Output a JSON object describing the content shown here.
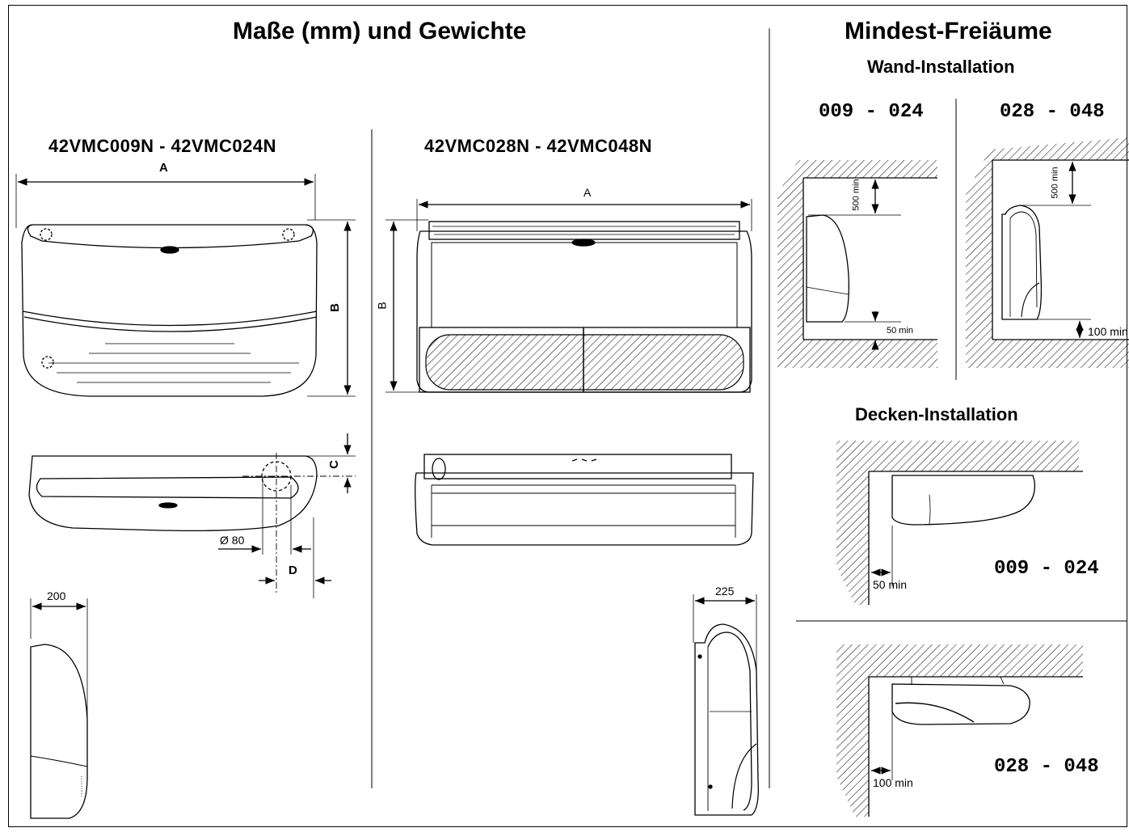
{
  "titles": {
    "main": "Maße (mm) und Gewichte",
    "right": "Mindest-Freiäume",
    "wall": "Wand-Installation",
    "ceiling": "Decken-Installation"
  },
  "models": {
    "small": "42VMC009N - 42VMC024N",
    "large": "42VMC028N - 42VMC048N"
  },
  "ranges": {
    "wall_small": "009 - 024",
    "wall_large": "028 - 048",
    "ceiling_small": "009 - 024",
    "ceiling_large": "028 - 048"
  },
  "dims": {
    "a_small": "A",
    "b_small": "B",
    "c": "C",
    "d": "D",
    "dia": "Ø 80",
    "depth_small": "200",
    "a_large": "A",
    "b_large": "B",
    "depth_large": "225"
  },
  "clearances": {
    "wall_small_top": "500 min",
    "wall_small_bottom": "50 min",
    "wall_large_top": "500 min",
    "wall_large_bottom": "100 min",
    "ceiling_small": "50 min",
    "ceiling_large": "100 min"
  }
}
